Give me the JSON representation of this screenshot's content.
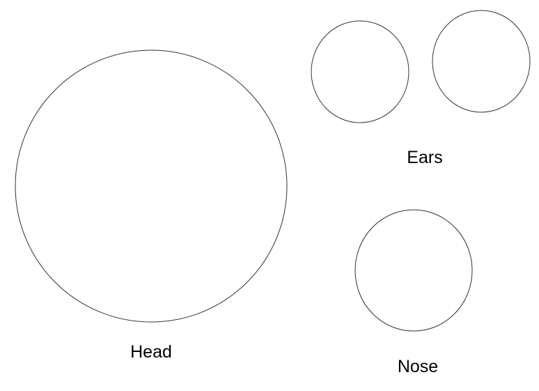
{
  "colors": {
    "background": "#ffffff",
    "outline": "#333333",
    "text": "#000000"
  },
  "parts": {
    "head": {
      "label": "Head",
      "shape": "circle"
    },
    "ears": {
      "label": "Ears",
      "shape": "circle",
      "count": 2
    },
    "nose": {
      "label": "Nose",
      "shape": "circle"
    }
  }
}
